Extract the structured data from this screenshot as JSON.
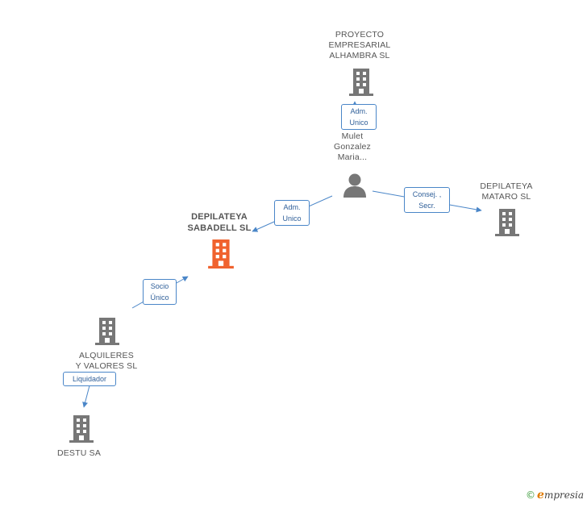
{
  "nodes": {
    "proyecto": {
      "label": "PROYECTO\nEMPRESARIAL\nALHAMBRA  SL",
      "color": "#777777"
    },
    "mulet": {
      "label": "Mulet\nGonzalez\nMaria..."
    },
    "sabadell": {
      "label": "DEPILATEYA\nSABADELL SL",
      "color": "#f0622e"
    },
    "mataro": {
      "label": "DEPILATEYA\nMATARO SL",
      "color": "#777777"
    },
    "alquileres": {
      "label": "ALQUILERES\nY VALORES  SL",
      "color": "#777777"
    },
    "destu": {
      "label": "DESTU SA",
      "color": "#777777"
    }
  },
  "relations": {
    "adm_proyecto": "Adm.\nUnico",
    "adm_sabadell": "Adm.\nUnico",
    "consej_mataro": "Consej. ,\nSecr.",
    "socio_unico": "Socio\nÚnico",
    "liquidador": "Liquidador"
  },
  "colors": {
    "edge": "#4a86c8",
    "person": "#777777"
  },
  "brand": {
    "copyright": "©",
    "first_letter": "e",
    "name": "mpresia"
  }
}
